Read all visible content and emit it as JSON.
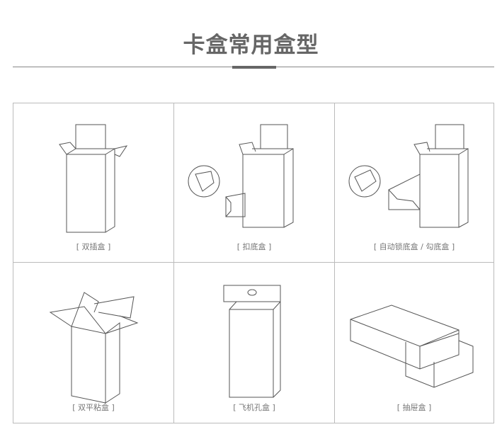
{
  "title": "卡盒常用盒型",
  "boxes": [
    {
      "label": "[ 双插盒 ]",
      "icon": "tuck-end-box"
    },
    {
      "label": "[ 扣底盒 ]",
      "icon": "snap-lock-bottom-box"
    },
    {
      "label": "[ 自动锁底盒 / 勾底盒 ]",
      "icon": "auto-lock-bottom-box"
    },
    {
      "label": "[ 双平粘盒 ]",
      "icon": "double-glue-box"
    },
    {
      "label": "[ 飞机孔盒 ]",
      "icon": "hang-hole-box"
    },
    {
      "label": "[ 抽屉盒 ]",
      "icon": "drawer-box"
    }
  ]
}
